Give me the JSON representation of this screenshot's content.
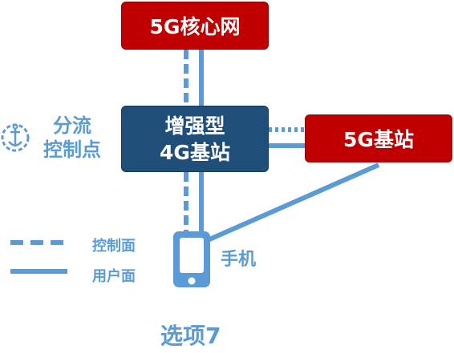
{
  "nodes": {
    "core": {
      "label": "5G核心网"
    },
    "lte": {
      "line1": "增强型",
      "line2": "4G基站"
    },
    "nr": {
      "label": "5G基站"
    },
    "phone": {
      "label": "手机"
    }
  },
  "split_point": {
    "line1": "分流",
    "line2": "控制点"
  },
  "legend": {
    "control_plane": "控制面",
    "user_plane": "用户面"
  },
  "option": "选项7",
  "colors": {
    "red_box": "#c00000",
    "blue_box": "#1f4e79",
    "line_blue": "#5b9bd5"
  }
}
